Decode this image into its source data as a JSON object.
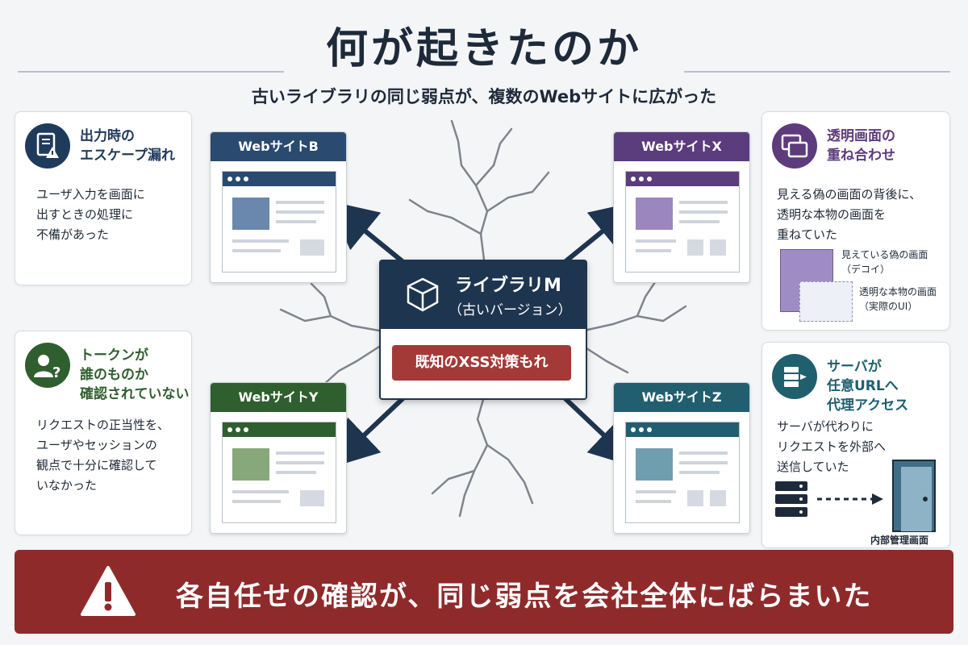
{
  "title": "何が起きたのか",
  "subtitle": "古いライブラリの同じ弱点が、複数のWebサイトに広がった",
  "cards": {
    "escape": {
      "title": "出力時の\nエスケープ漏れ",
      "body": "ユーザ入力を画面に\n出すときの処理に\n不備があった",
      "color": "#1f3b5c"
    },
    "token": {
      "title": "トークンが\n誰のものか\n確認されていない",
      "body": "リクエストの正当性を、\nユーザやセッションの\n観点で十分に確認して\nいなかった",
      "color": "#2f5f2e"
    },
    "overlay": {
      "title": "透明画面の\n重ね合わせ",
      "body": "見える偽の画面の背後に、\n透明な本物の画面を\n重ねていた",
      "decoy_label": "見えている偽の画面\n（デコイ）",
      "real_label": "透明な本物の画面\n（実際のUI）",
      "color": "#5e3b7d"
    },
    "proxy": {
      "title": "サーバが\n任意URLへ\n代理アクセス",
      "body": "サーバが代わりに\nリクエストを外部へ\n送信していた",
      "target_label": "内部管理画面",
      "color": "#1f5f6e"
    }
  },
  "sites": [
    {
      "label": "WebサイトB",
      "color": "#2a4a70",
      "fill": "#6a87ad"
    },
    {
      "label": "WebサイトX",
      "color": "#5b3c7d",
      "fill": "#9b86bd"
    },
    {
      "label": "WebサイトY",
      "color": "#2f5f2e",
      "fill": "#87a87a"
    },
    {
      "label": "WebサイトZ",
      "color": "#215f70",
      "fill": "#6f9fae"
    }
  ],
  "library": {
    "name": "ライブラリM",
    "version": "（古いバージョン）",
    "warning": "既知のXSS対策もれ"
  },
  "banner": "各自任せの確認が、同じ弱点を会社全体にばらまいた"
}
